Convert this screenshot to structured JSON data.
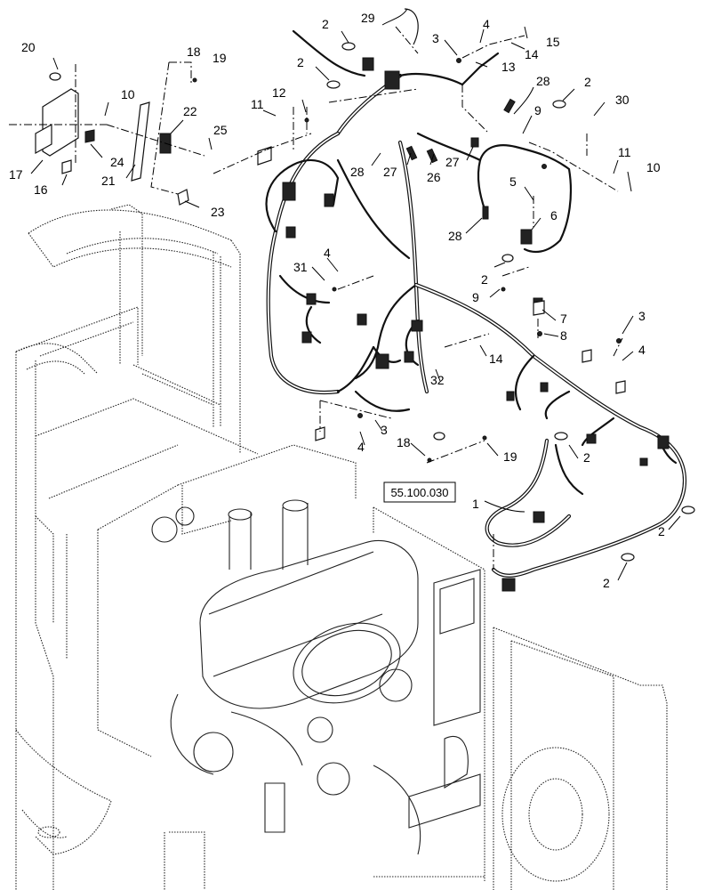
{
  "reference_box": "55.100.030",
  "callouts": [
    {
      "id": "c20",
      "text": "20"
    },
    {
      "id": "c18",
      "text": "18"
    },
    {
      "id": "c19",
      "text": "19"
    },
    {
      "id": "c2a",
      "text": "2"
    },
    {
      "id": "c29",
      "text": "29"
    },
    {
      "id": "c4a",
      "text": "4"
    },
    {
      "id": "c3a",
      "text": "3"
    },
    {
      "id": "c15",
      "text": "15"
    },
    {
      "id": "c14a",
      "text": "14"
    },
    {
      "id": "c13",
      "text": "13"
    },
    {
      "id": "c2b",
      "text": "2"
    },
    {
      "id": "c10a",
      "text": "10"
    },
    {
      "id": "c12",
      "text": "12"
    },
    {
      "id": "c11a",
      "text": "11"
    },
    {
      "id": "c22",
      "text": "22"
    },
    {
      "id": "c28a",
      "text": "28"
    },
    {
      "id": "c2c",
      "text": "2"
    },
    {
      "id": "c30",
      "text": "30"
    },
    {
      "id": "c9a",
      "text": "9"
    },
    {
      "id": "c17",
      "text": "17"
    },
    {
      "id": "c24",
      "text": "24"
    },
    {
      "id": "c21",
      "text": "21"
    },
    {
      "id": "c25",
      "text": "25"
    },
    {
      "id": "c16",
      "text": "16"
    },
    {
      "id": "c28b",
      "text": "28"
    },
    {
      "id": "c27a",
      "text": "27"
    },
    {
      "id": "c26",
      "text": "26"
    },
    {
      "id": "c27b",
      "text": "27"
    },
    {
      "id": "c11b",
      "text": "11"
    },
    {
      "id": "c10b",
      "text": "10"
    },
    {
      "id": "c23",
      "text": "23"
    },
    {
      "id": "c5",
      "text": "5"
    },
    {
      "id": "c28c",
      "text": "28"
    },
    {
      "id": "c6",
      "text": "6"
    },
    {
      "id": "c4b",
      "text": "4"
    },
    {
      "id": "c31",
      "text": "31"
    },
    {
      "id": "c2d",
      "text": "2"
    },
    {
      "id": "c9b",
      "text": "9"
    },
    {
      "id": "c7",
      "text": "7"
    },
    {
      "id": "c8",
      "text": "8"
    },
    {
      "id": "c3b",
      "text": "3"
    },
    {
      "id": "c4c",
      "text": "4"
    },
    {
      "id": "c14b",
      "text": "14"
    },
    {
      "id": "c32",
      "text": "32"
    },
    {
      "id": "c4d",
      "text": "4"
    },
    {
      "id": "c3c",
      "text": "3"
    },
    {
      "id": "c18b",
      "text": "18"
    },
    {
      "id": "c19b",
      "text": "19"
    },
    {
      "id": "c2e",
      "text": "2"
    },
    {
      "id": "c1",
      "text": "1"
    },
    {
      "id": "c2f",
      "text": "2"
    },
    {
      "id": "c2g",
      "text": "2"
    }
  ]
}
